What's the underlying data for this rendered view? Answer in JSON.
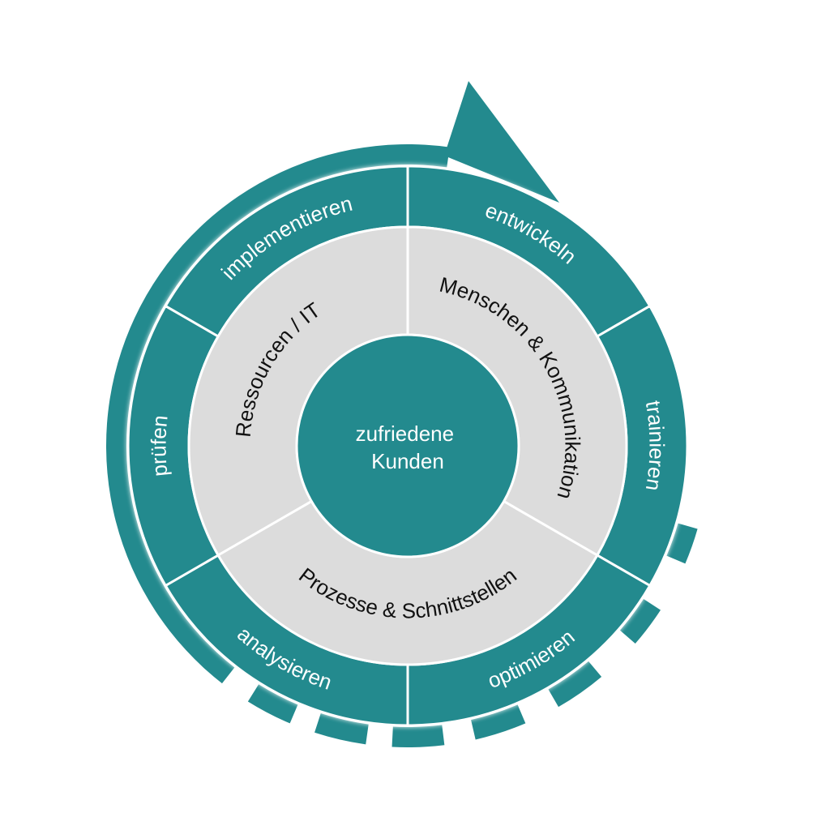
{
  "center": {
    "lines": [
      "zufriedene",
      "Kunden"
    ]
  },
  "middle_ring": {
    "segments": [
      {
        "id": "ressourcen-it",
        "label": "Ressourcen / IT"
      },
      {
        "id": "menschen-kommunikation",
        "label": "Menschen & Kommunikation"
      },
      {
        "id": "prozesse-schnittstellen",
        "label": "Prozesse & Schnittstellen"
      }
    ]
  },
  "outer_ring": {
    "segments": [
      {
        "id": "entwickeln",
        "label": "entwickeln"
      },
      {
        "id": "trainieren",
        "label": "trainieren"
      },
      {
        "id": "optimieren",
        "label": "optimieren"
      },
      {
        "id": "analysieren",
        "label": "analysieren"
      },
      {
        "id": "pruefen",
        "label": "prüfen"
      },
      {
        "id": "implementieren",
        "label": "implementieren"
      }
    ]
  },
  "colors": {
    "teal": "#238A8E",
    "light_gray": "#DCDCDC",
    "divider": "#ffffff",
    "middle_text": "#111111",
    "outer_text": "#ffffff"
  }
}
